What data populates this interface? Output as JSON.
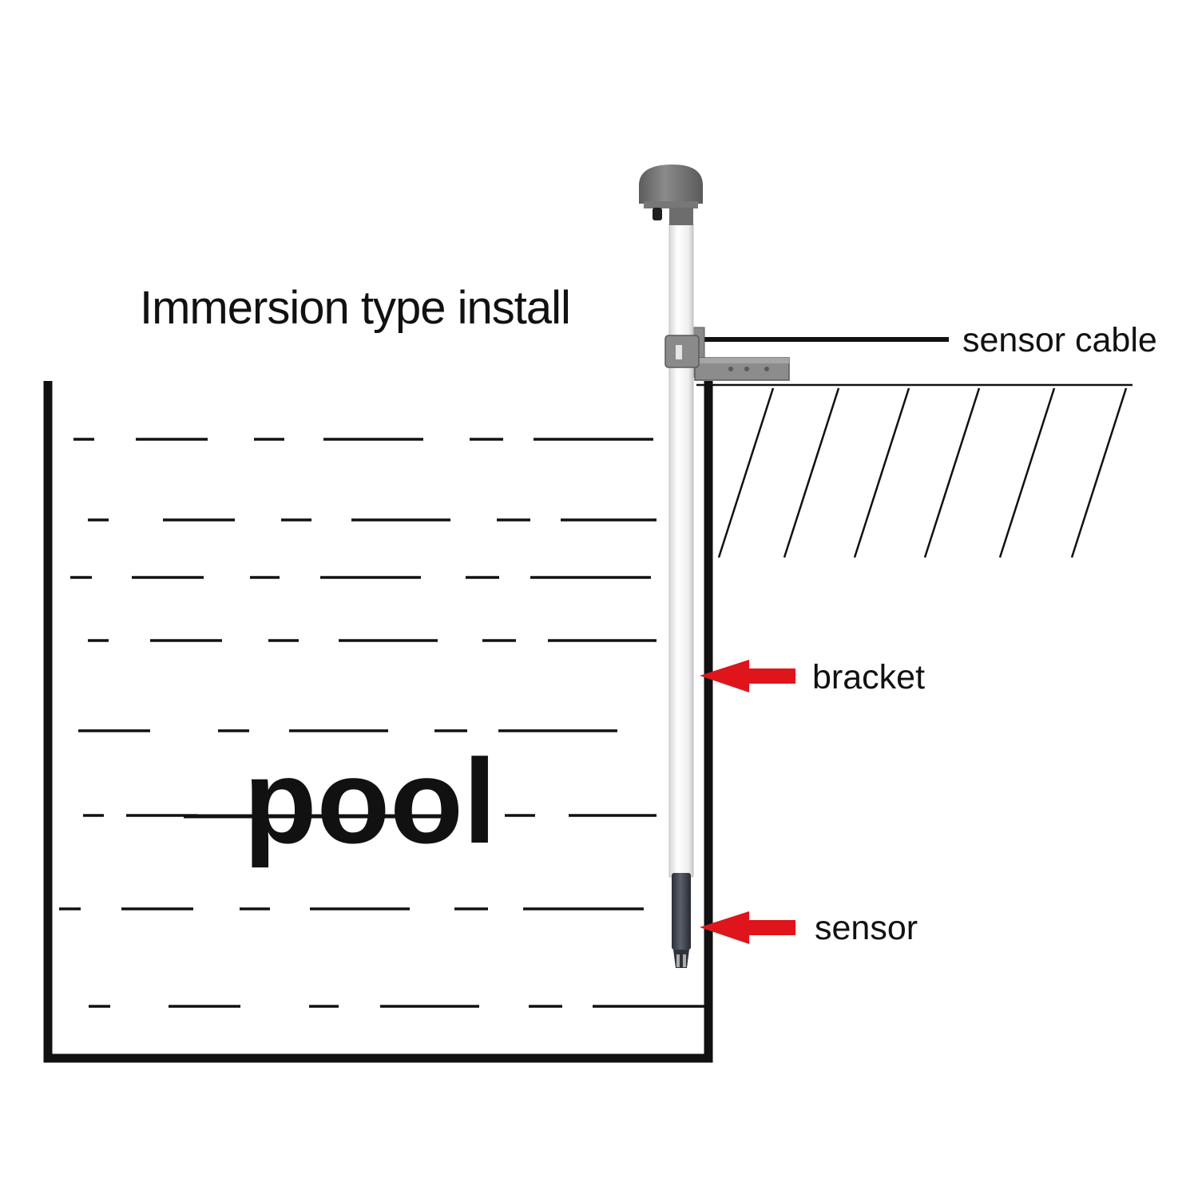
{
  "title": "Immersion type install",
  "pool_label": "pool",
  "labels": {
    "sensor_cable": "sensor cable",
    "bracket": "bracket",
    "sensor": "sensor"
  },
  "colors": {
    "outline": "#111111",
    "arrow": "#e0141b",
    "cap": "#6f6f6f",
    "pipe": "#f4f4f4",
    "probe": "#3a3f47"
  },
  "icons": {
    "arrow": "left-pointing red arrow",
    "ground": "hatched ground",
    "water": "dashed water lines"
  }
}
